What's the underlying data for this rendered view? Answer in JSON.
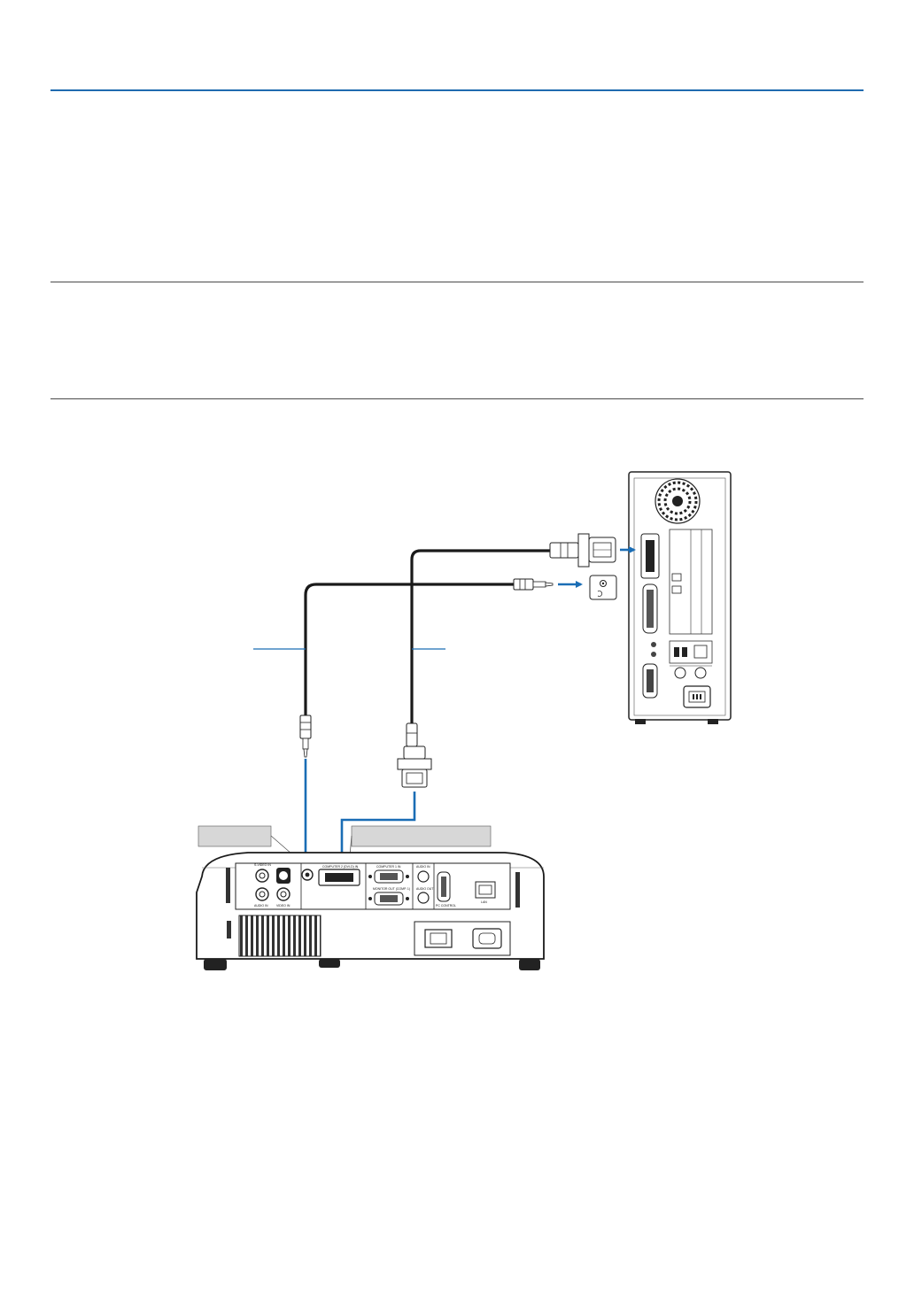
{
  "colors": {
    "accent_rule": "#1f6bb0",
    "signal_arrow": "#1a6db5",
    "cable": "#1a1a1a",
    "callout_box": "#d7d7d7"
  },
  "projector": {
    "ports": {
      "s_video_in": "S-VIDEO IN",
      "audio_in_left": "AUDIO IN",
      "video_in": "VIDEO IN",
      "dvi_in": "COMPUTER 2 (DVI-D) IN",
      "computer1_in": "COMPUTER 1 IN",
      "audio_in_right": "AUDIO IN",
      "monitor_out": "MONITOR OUT (COMP. 1)",
      "audio_out": "AUDIO OUT",
      "pc_control": "PC CONTROL",
      "lan": "LAN"
    }
  },
  "icons": {
    "computer": "desktop-tower-icon",
    "projector": "projector-rear-icon",
    "dvi_cable": "dvi-cable-icon",
    "audio_cable": "stereo-mini-plug-icon",
    "audio_jack": "audio-out-jack-icon",
    "fan": "fan-icon",
    "power_inlet": "ac-inlet-icon"
  }
}
